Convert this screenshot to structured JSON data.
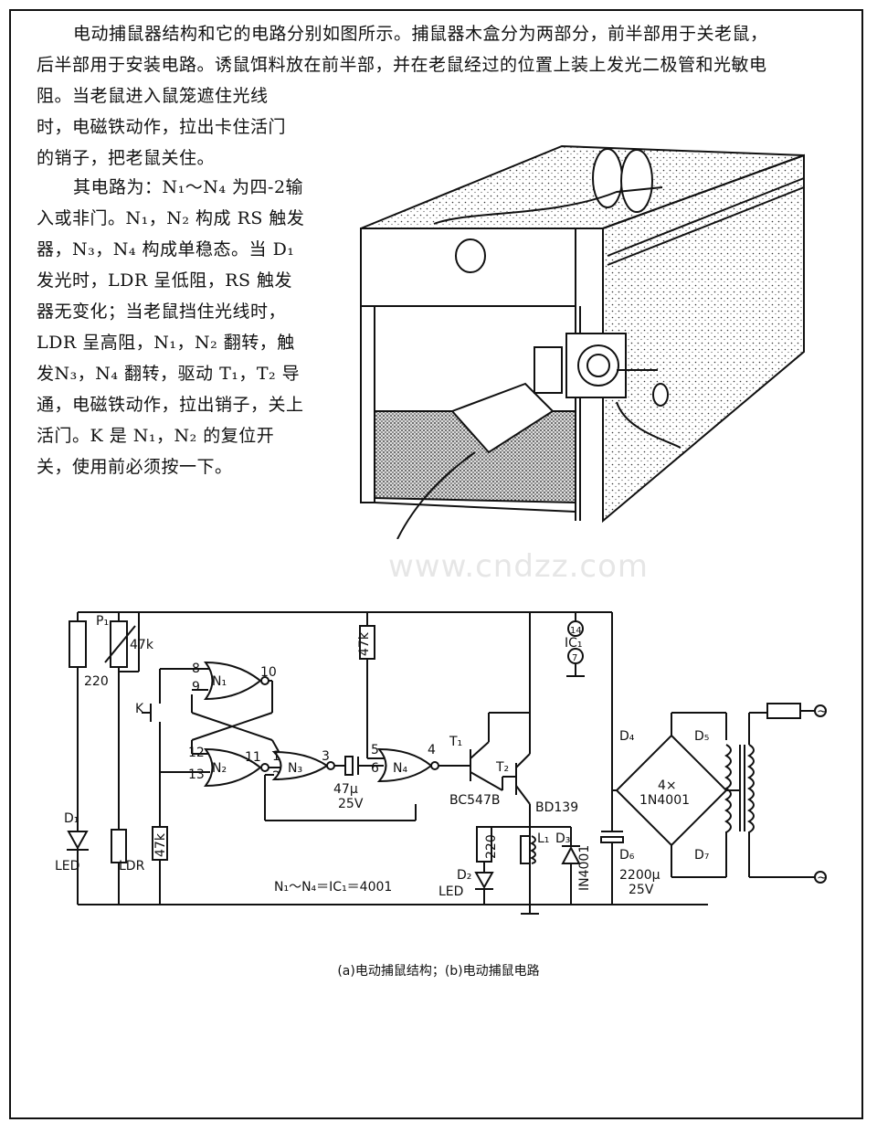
{
  "paragraphs": {
    "intro_line1": "电动捕鼠器结构和它的电路分别如图所示。捕鼠器木盒分为两部分，前半部用于关老鼠，",
    "intro_line2": "后半部用于安装电路。诱鼠饵料放在前半部，并在老鼠经过的位置上装上发光二极管和光敏电",
    "intro_line3": "阻。当老鼠进入鼠笼遮住光线",
    "intro_line4": "时，电磁铁动作，拉出卡住活门",
    "intro_line5": "的销子，把老鼠关住。",
    "circuit_desc": "其电路为：N₁～N₄ 为四-2输入或非门。N₁，N₂ 构成 RS 触发器，N₃，N₄ 构成单稳态。当 D₁发光时，LDR 呈低阻，RS 触发器无变化；当老鼠挡住光线时，LDR 呈高阻，N₁，N₂ 翻转，触发N₃，N₄ 翻转，驱动 T₁，T₂ 导通，电磁铁动作，拉出销子，关上活门。K 是 N₁，N₂ 的复位开关，使用前必须按一下。"
  },
  "watermark": "www.cndzz.com",
  "circuit_labels": {
    "p1": "P₁",
    "r220": "220",
    "r47k_pot": "47k",
    "r47k_top": "47k",
    "r47k_ldr": "47k",
    "k": "K",
    "d1": "D₁",
    "led1": "LED",
    "ldr": "LDR",
    "n1": "N₁",
    "n2": "N₂",
    "n3": "N₃",
    "n4": "N₄",
    "pin8": "8",
    "pin9": "9",
    "pin10": "10",
    "pin12": "12",
    "pin13": "13",
    "pin11": "11",
    "pin1": "1",
    "pin2": "2",
    "pin3": "3",
    "pin5": "5",
    "pin6": "6",
    "pin4": "4",
    "cap47": "47μ",
    "cap47v": "25V",
    "t1": "T₁",
    "t2": "T₂",
    "bc547": "BC547B",
    "bd139": "BD139",
    "ic_pin14": "14",
    "ic1": "IC₁",
    "ic_pin7": "7",
    "r220b": "220",
    "d2": "D₂",
    "led2": "LED",
    "l1": "L₁",
    "d3": "D₃",
    "in4001v": "IN4001",
    "d4": "D₄",
    "d5": "D₅",
    "d6": "D₆",
    "d7": "D₇",
    "bridge": "4×",
    "bridge2": "1N4001",
    "cap2200": "2200μ",
    "cap2200v": "25V",
    "icnote": "N₁～N₄＝IC₁＝4001",
    "ac": "~"
  },
  "caption": "(a)电动捕鼠结构；(b)电动捕鼠电路"
}
